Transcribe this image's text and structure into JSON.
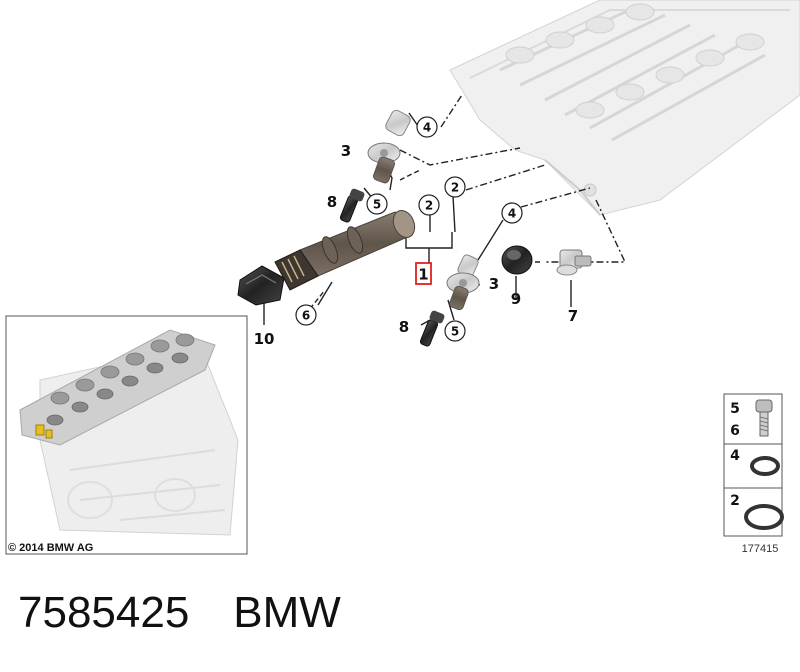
{
  "diagram": {
    "callouts": {
      "c4_top": "4",
      "c3_top": "3",
      "c8_top": "8",
      "c5_top": "5",
      "c2_a": "2",
      "c2_b": "2",
      "c1": "1",
      "c4_mid": "4",
      "c3_mid": "3",
      "c9": "9",
      "c7": "7",
      "c10": "10",
      "c6": "6",
      "c8_bot": "8",
      "c5_bot": "5"
    },
    "copyright": "© 2014 BMW AG"
  },
  "legend": {
    "rows": [
      {
        "labels": [
          "5",
          "6"
        ],
        "part": "bolt"
      },
      {
        "labels": [
          "4"
        ],
        "part": "o-ring-small"
      },
      {
        "labels": [
          "2"
        ],
        "part": "o-ring-large"
      }
    ],
    "code": "177415"
  },
  "footer": {
    "part_number": "7585425",
    "brand": "BMW"
  }
}
